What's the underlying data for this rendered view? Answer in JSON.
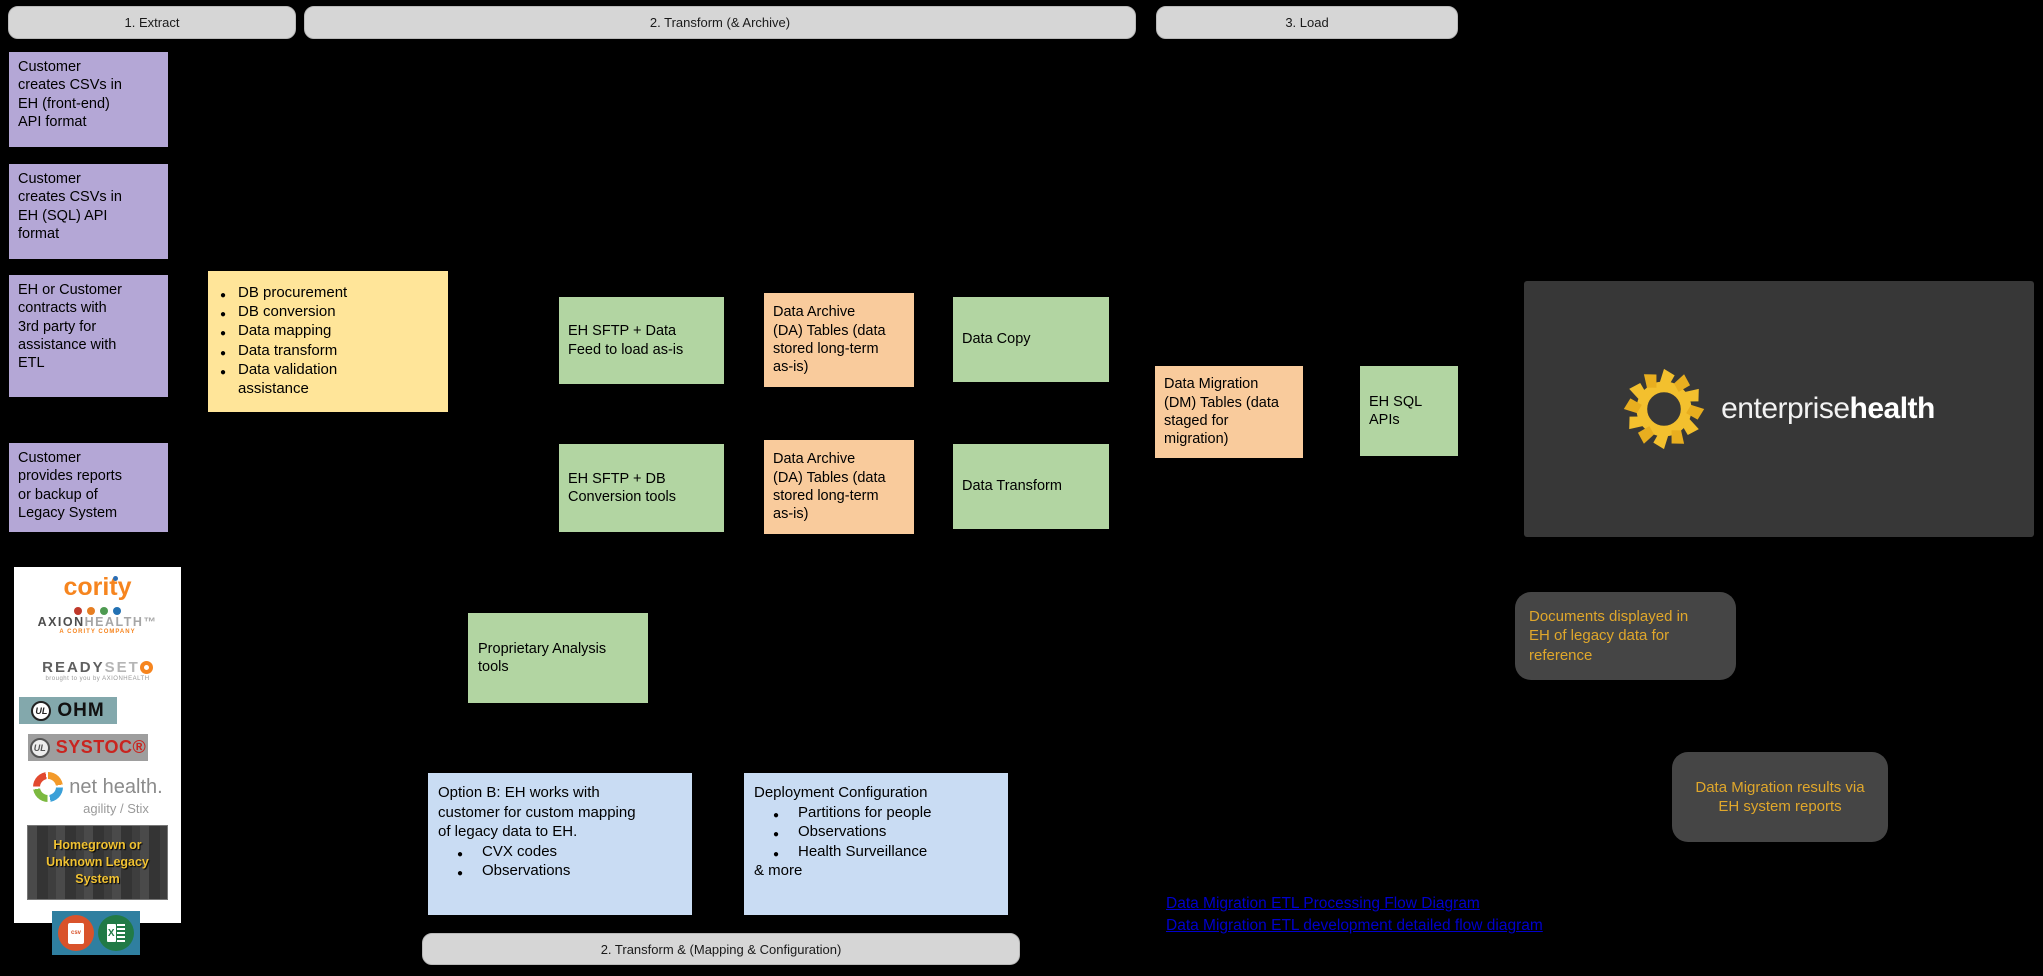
{
  "palette": {
    "background": "#000000",
    "header_gray": "#d6d6d6",
    "purple": "#b4a7d6",
    "green": "#b2d5a2",
    "orange": "#f9cb9c",
    "yellow": "#ffe599",
    "blue": "#c9dcf3",
    "note_dark": "#454545",
    "note_gold_text": "#e0a72b",
    "link_blue": "#0000cc",
    "eh_panel_dark": "#373737",
    "eh_sun_yellow": "#f3c02e",
    "cority_orange": "#f6851f",
    "systoc_red": "#c9241f",
    "ohm_teal": "#83a8ac",
    "iconstrip_teal": "#2f7fa0",
    "legacy_text_yellow": "#f1c232"
  },
  "stage_labels": {
    "extract": "1. Extract",
    "transform_archive": "2. Transform (& Archive)",
    "load": "3. Load",
    "transform_mapping": "2. Transform & (Mapping & Configuration)"
  },
  "extract_column": {
    "csv_frontend": "Customer creates CSVs in EH (front-end) API format",
    "csv_sql": "Customer creates CSVs in EH (SQL) API format",
    "third_party": "EH or Customer contracts with 3rd party for assistance with ETL",
    "legacy_reports": "Customer provides reports or backup of Legacy System"
  },
  "etl_assistance": {
    "items": [
      "DB procurement",
      "DB conversion",
      "Data mapping",
      "Data transform",
      "Data validation assistance"
    ]
  },
  "transform_column": {
    "sftp_feed": "EH SFTP + Data Feed to load as-is",
    "sftp_db": "EH SFTP + DB Conversion tools",
    "archive_tables": "Data Archive (DA) Tables (data stored long-term as-is)",
    "data_copy": "Data Copy",
    "data_transform": "Data Transform",
    "analysis_tools": "Proprietary Analysis tools"
  },
  "load_column": {
    "dm_tables": "Data Migration (DM) Tables (data staged for migration)",
    "sql_apis": "EH SQL APIs"
  },
  "mapping_section": {
    "option_b": "Option B: EH works with customer for custom mapping of legacy data to EH.",
    "option_b_items": [
      "CVX codes",
      "Observations"
    ],
    "deployment": "Deployment Configuration",
    "deployment_items": [
      "Partitions for people",
      "Observations",
      "Health Surveillance"
    ],
    "deployment_more": "& more"
  },
  "notes": {
    "documents": "Documents displayed in EH of legacy data for reference",
    "results": "Data Migration results via EH system reports"
  },
  "links": {
    "processing": "Data Migration ETL Processing Flow Diagram",
    "development": "Data Migration ETL development detailed flow diagram"
  },
  "eh_logo": {
    "light": "enterprise",
    "bold": "health"
  },
  "legacy_logos": {
    "cority": "cority",
    "axion_a": "AXION",
    "axion_h": "HEALTH™",
    "axion_tag": "A CORITY COMPANY",
    "ready_a": "READY",
    "ready_b": "SET",
    "ready_tag": "brought to you by AXIONHEALTH",
    "ul": "UL",
    "ohm": "OHM",
    "systoc": "SYSTOC®",
    "nethealth": "net health.",
    "nethealth_sub": "agility / Stix",
    "homegrown": "Homegrown or Unknown Legacy System",
    "csv_label": "csv",
    "excel_x": "X"
  }
}
